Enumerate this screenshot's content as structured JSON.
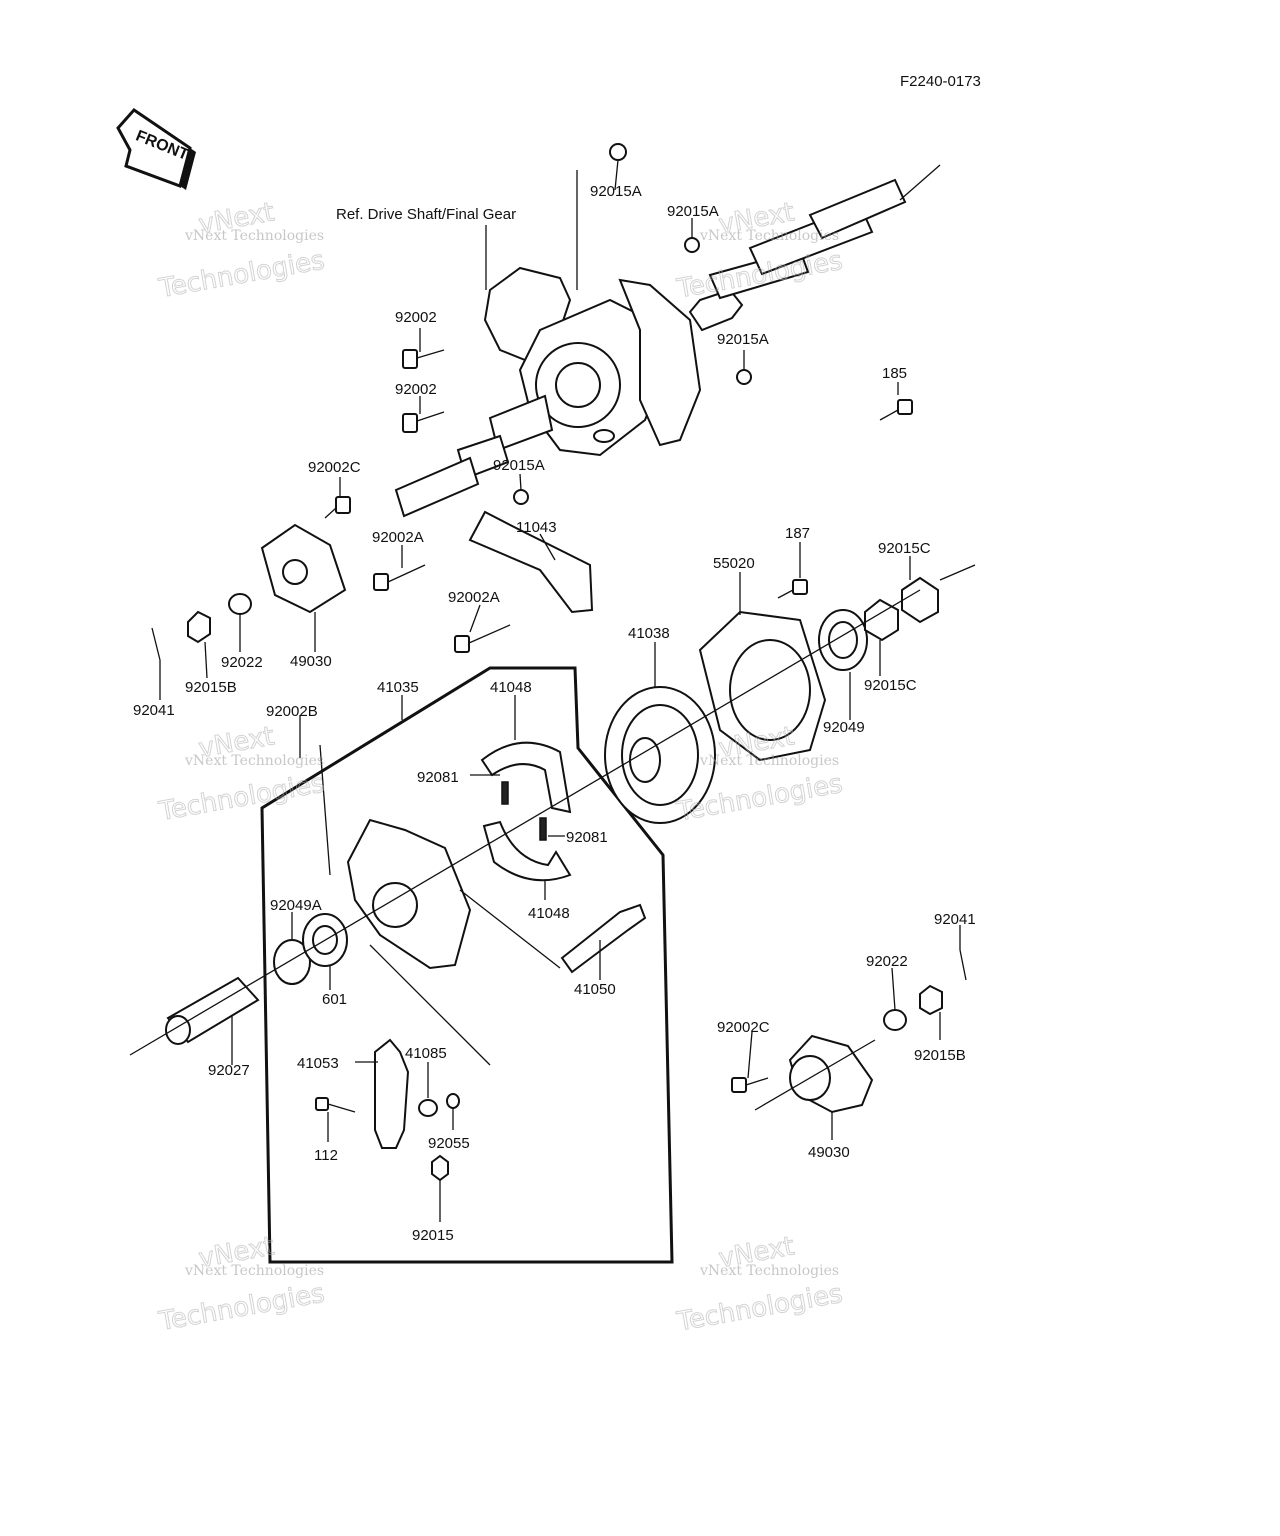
{
  "figure_code": "F2240-0173",
  "front_label": "FRONT",
  "reference_label": "Ref. Drive Shaft/Final Gear",
  "watermark": {
    "small": "vNext Technologies",
    "big_line1": "vNext",
    "big_line2": "Technologies"
  },
  "callouts": {
    "c92015A_top": "92015A",
    "c92015A_2": "92015A",
    "c92015A_3": "92015A",
    "c92015A_4": "92015A",
    "c185": "185",
    "c92002_1": "92002",
    "c92002_2": "92002",
    "c92002C_left": "92002C",
    "c92002A_1": "92002A",
    "c92002A_2": "92002A",
    "c11043": "11043",
    "c187": "187",
    "c92015C_1": "92015C",
    "c92015C_2": "92015C",
    "c55020": "55020",
    "c41038": "41038",
    "c92049": "92049",
    "c92022_left": "92022",
    "c49030_left": "49030",
    "c92015B_left": "92015B",
    "c92041_left": "92041",
    "c41035": "41035",
    "c41048_1": "41048",
    "c41048_2": "41048",
    "c92002B": "92002B",
    "c92081_1": "92081",
    "c92081_2": "92081",
    "c92049A": "92049A",
    "c601": "601",
    "c41050": "41050",
    "c92027": "92027",
    "c41053": "41053",
    "c41085": "41085",
    "c112": "112",
    "c92055": "92055",
    "c92015": "92015",
    "c92041_right": "92041",
    "c92022_right": "92022",
    "c92002C_right": "92002C",
    "c92015B_right": "92015B",
    "c49030_right": "49030"
  }
}
